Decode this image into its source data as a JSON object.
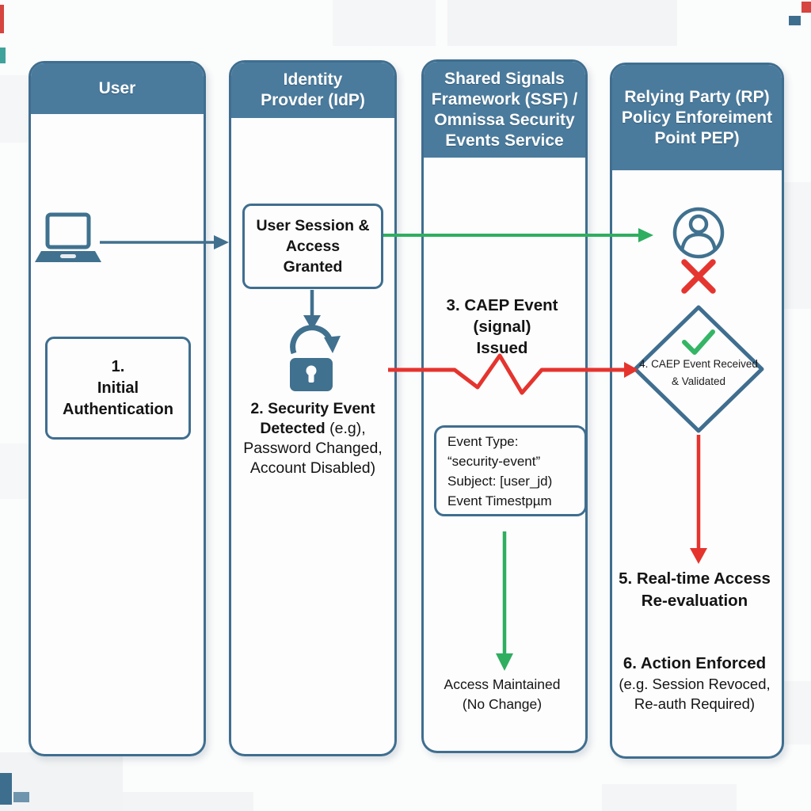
{
  "lanes": {
    "user": {
      "title": "User",
      "auth_box": [
        "1.",
        "Initial",
        "Authentication"
      ]
    },
    "idp": {
      "title": [
        "Identity",
        "Provder (IdP)"
      ],
      "session_box": [
        "User Session &",
        "Access",
        "Granted"
      ],
      "event_detected": {
        "line1": "2. Security Event",
        "line2_bold": "Detected",
        "line2_rest": " (e.g),",
        "line3": "Password Changed,",
        "line4": "Account Disabled)"
      }
    },
    "ssf": {
      "title": [
        "Shared Signals",
        "Framework (SSF) /",
        "Omnissa Security",
        "Events Service"
      ],
      "caep_event": [
        "3. CAEP Event",
        "(signal)",
        "Issued"
      ],
      "event_box": [
        "Event Type:",
        "“security-event”",
        "Subject: [user_jd)",
        "Event Timestpµm"
      ],
      "outcome": [
        "Access Maintained",
        "(No Change)"
      ]
    },
    "rp": {
      "title": [
        "Relying Party (RP)",
        "Policy Enforeiment",
        "Point PEP)"
      ],
      "diamond_label": [
        "4. CAEP Event Received",
        "& Validated"
      ],
      "reevaluation": [
        "5. Real-time Access",
        "Re-evaluation"
      ],
      "action": {
        "line1": "6. Action Enforced",
        "line2": "(e.g. Session Revoced,",
        "line3": "Re-auth Required)"
      }
    }
  },
  "icons": {
    "laptop": "laptop-icon",
    "lock_refresh": "lock-refresh-icon",
    "person": "person-icon",
    "denied": "x-icon",
    "validated": "check-icon"
  },
  "colors": {
    "lane_header_blue": "#4a7b9d",
    "lane_border_blue": "#3f6e8f",
    "arrow_blue": "#41708e",
    "arrow_green": "#2fae60",
    "arrow_red": "#e5342e",
    "check_green": "#35b566",
    "x_red": "#e53530",
    "header_text": "#ffffff",
    "body_text": "#161616"
  }
}
